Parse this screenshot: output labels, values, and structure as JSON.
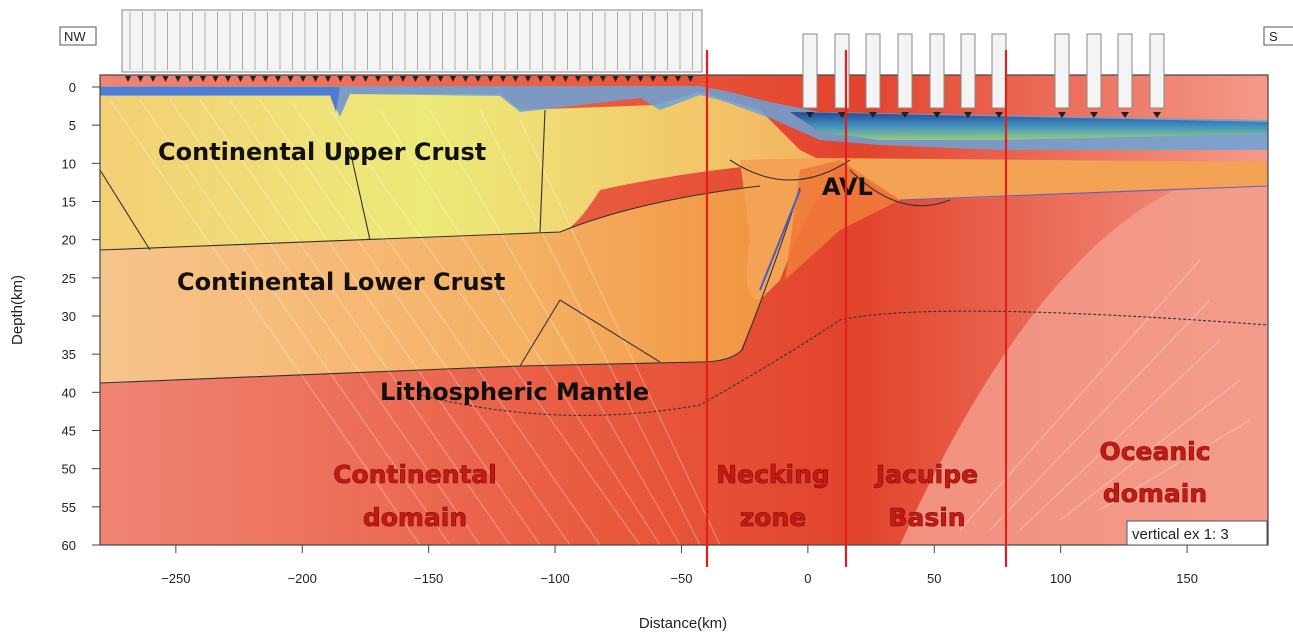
{
  "figure": {
    "x_axis_label": "Distance(km)",
    "y_axis_label": "Depth(km)",
    "x_ticks": [
      -250,
      -200,
      -150,
      -100,
      -50,
      0,
      50,
      100,
      150
    ],
    "y_ticks": [
      0,
      5,
      10,
      15,
      20,
      25,
      30,
      35,
      40,
      45,
      50,
      55,
      60
    ],
    "x_range": [
      -280,
      182
    ],
    "y_range": [
      0,
      60
    ],
    "corner_left": "NW",
    "corner_right": "S",
    "vertical_exaggeration": "vertical ex 1: 3"
  },
  "layers": {
    "upper_crust": "Continental Upper Crust",
    "lower_crust": "Continental Lower Crust",
    "mantle": "Lithospheric Mantle",
    "avl": "AVL"
  },
  "domains": {
    "continental": [
      "Continental",
      "domain"
    ],
    "necking": [
      "Necking",
      "zone"
    ],
    "jacuipe": [
      "Jacuipe",
      "Basin"
    ],
    "oceanic": [
      "Oceanic",
      "domain"
    ]
  },
  "colors": {
    "mantle": "#f08d7f",
    "mantle_deep": "#e2492e",
    "lower_crust": "#f3b971",
    "upper_crust": "#ecd96b",
    "sediment_blue": "#5b86d8",
    "boundary_red": "#e0201a"
  }
}
